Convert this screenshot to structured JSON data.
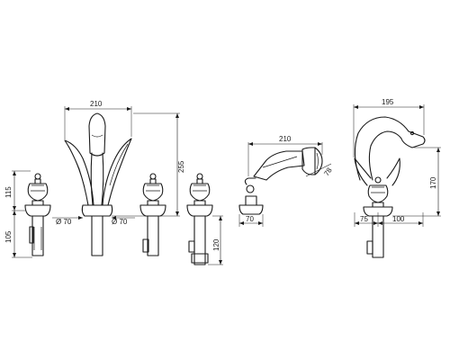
{
  "dimensions": {
    "spout_width": "210",
    "spout_height": "255",
    "spout_base_diameter_left": "Ø 70",
    "spout_base_diameter_right": "Ø 70",
    "valve_upper_height": "115",
    "valve_lower_height": "105",
    "diverter_lower_height": "120",
    "handshower_length": "210",
    "handshower_head": "78",
    "handshower_base": "70",
    "swan_width": "195",
    "swan_height": "170",
    "swan_base_offset": "75",
    "swan_body_width": "100"
  }
}
